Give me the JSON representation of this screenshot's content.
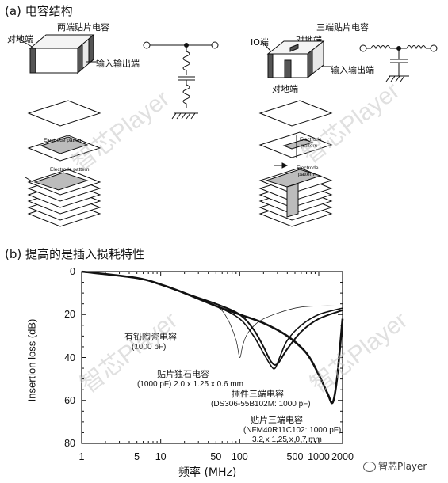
{
  "section_a": {
    "title": "(a) 电容结构",
    "two_terminal": {
      "title": "两端贴片电容",
      "ground_label": "对地端",
      "io_label": "输入输出端",
      "electrode_label_1": "Electrode pattern",
      "electrode_label_2": "Electrode pattern"
    },
    "three_terminal": {
      "title": "三端贴片电容",
      "io_label_top": "IO端",
      "ground_label_top": "对地端",
      "io_label_right": "输入输出端",
      "ground_label_bottom": "对地端",
      "electrode_label_1": "Electrode",
      "electrode_label_1b": "pattern",
      "electrode_label_2": "Electrode",
      "electrode_label_2b": "pattern"
    }
  },
  "section_b": {
    "title": "(b) 提高的是插入损耗特性"
  },
  "chart_data": {
    "type": "line",
    "ylabel": "Insertion loss (dB)",
    "xlabel": "频率 (MHz)",
    "x_scale": "log",
    "xlim": [
      1,
      2000
    ],
    "ylim": [
      0,
      80
    ],
    "y_inverted": true,
    "x_ticks": [
      "1",
      "5",
      "10",
      "50",
      "100",
      "500",
      "1000",
      "2000"
    ],
    "x_tick_values": [
      1,
      5,
      10,
      50,
      100,
      500,
      1000,
      2000
    ],
    "y_ticks": [
      "0",
      "20",
      "40",
      "60",
      "80"
    ],
    "y_tick_values": [
      0,
      20,
      40,
      60,
      80
    ],
    "series": [
      {
        "x": [
          1,
          5,
          10,
          20,
          50,
          70,
          90,
          100,
          110,
          130,
          200,
          500,
          1000,
          2000
        ],
        "y": [
          0,
          3,
          6,
          10,
          16,
          22,
          32,
          40,
          34,
          28,
          22,
          17,
          16,
          16
        ]
      },
      {
        "x": [
          1,
          5,
          10,
          20,
          50,
          100,
          150,
          200,
          250,
          280,
          320,
          400,
          600,
          1000,
          2000
        ],
        "y": [
          0,
          3,
          6,
          10,
          16,
          22,
          30,
          38,
          44,
          45,
          40,
          32,
          25,
          20,
          17
        ]
      },
      {
        "x": [
          1,
          5,
          10,
          20,
          50,
          100,
          150,
          200,
          250,
          300,
          400,
          600,
          1000,
          2000
        ],
        "y": [
          0,
          3,
          6,
          10,
          15,
          20,
          27,
          35,
          42,
          43,
          36,
          28,
          22,
          18
        ]
      },
      {
        "x": [
          1,
          5,
          10,
          20,
          50,
          100,
          200,
          400,
          700,
          1000,
          1300,
          1500,
          1700,
          2000
        ],
        "y": [
          0,
          3,
          6,
          10,
          16,
          20,
          24,
          30,
          38,
          48,
          57,
          61,
          50,
          22
        ]
      }
    ],
    "annotations": {
      "leaded_ceramic": {
        "line1": "有铅陶瓷电容",
        "line2": "(1000 pF)"
      },
      "chip_monolithic": {
        "line1": "贴片独石电容",
        "line2": "(1000 pF) 2.0 x 1.25 x 0.6 mm"
      },
      "plugin_three": {
        "line1": "插件三端电容",
        "line2": "(DS306-55B102M: 1000 pF)"
      },
      "chip_three": {
        "line1": "贴片三端电容",
        "line2": "(NFM40R11C102: 1000 pF)",
        "line3": "3.2 x 1.25 x 0.7 mm"
      }
    }
  },
  "watermark": {
    "brand": "智芯Player",
    "footer": "智芯Player"
  }
}
